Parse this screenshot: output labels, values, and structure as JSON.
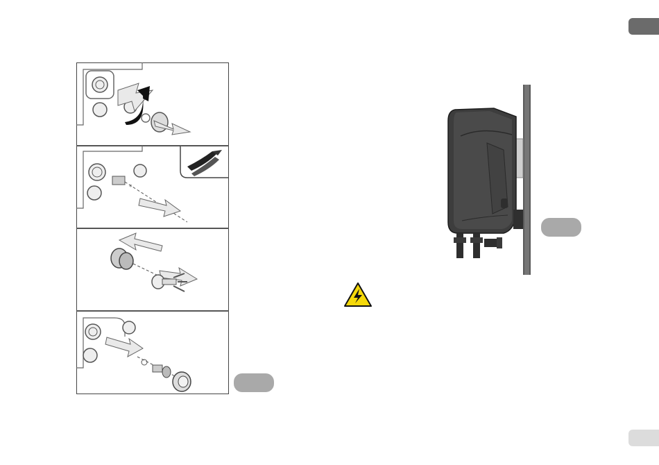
{
  "page": {
    "colors": {
      "tab": "#6b6b6b",
      "pill": "#a9a9a9",
      "page_pill": "#dcdcdc",
      "device": "#3d3d3d",
      "wall": "#5a5a5a",
      "warning_yellow": "#f5d90a"
    }
  },
  "figures": {
    "left_steps": [
      "step-1-remove-cap",
      "step-2-extract-valve",
      "step-3-swap-parts",
      "step-4-reinsert"
    ],
    "right": "wall-mounted-unit"
  },
  "icons": {
    "warning": "electric-hazard-icon",
    "pliers": "pliers-icon",
    "arrow": "arrow-icon"
  }
}
